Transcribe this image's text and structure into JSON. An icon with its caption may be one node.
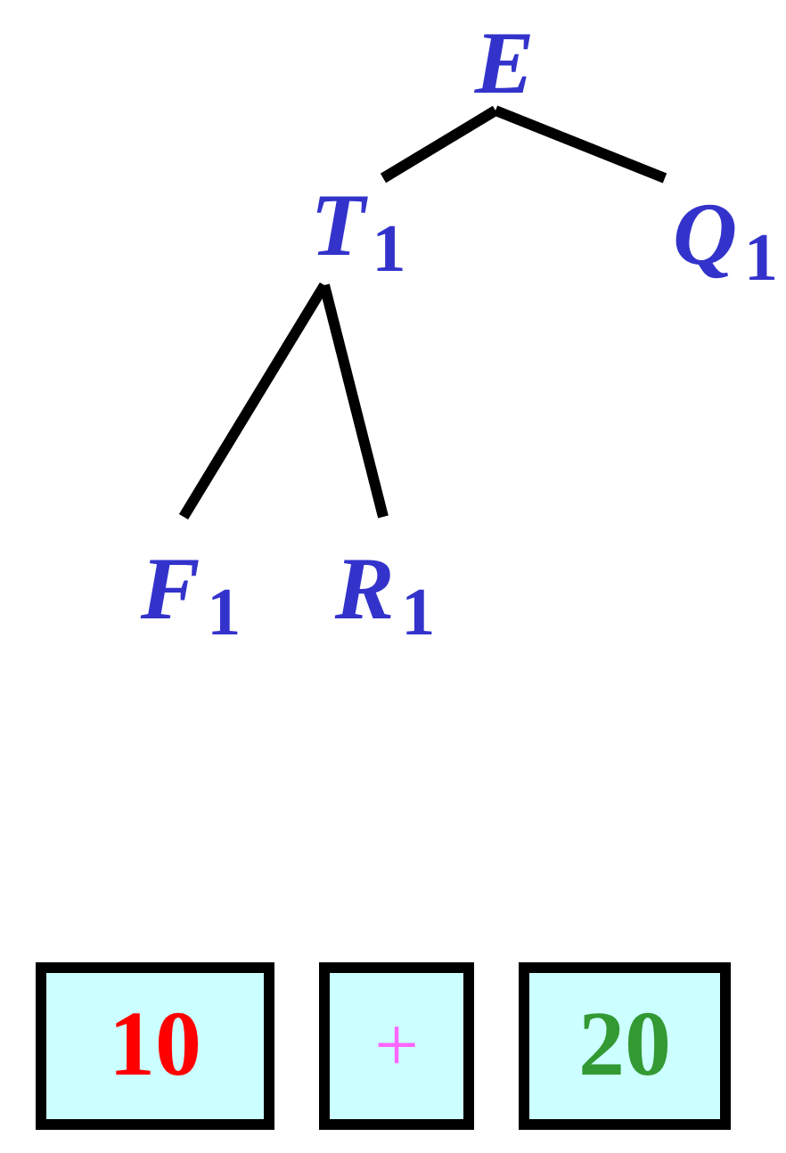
{
  "diagram": {
    "nodes": [
      {
        "text": [
          "*E*"
        ]
      },
      {
        "text": [
          "*T*$_{1}$"
        ]
      },
      {
        "text": [
          "*Q*$_{1}$"
        ]
      },
      {
        "text": [
          "*F*$_{1}$"
        ]
      },
      {
        "text": [
          "*R*$_{1}$"
        ]
      },
      {
        "text": [
          "10"
        ]
      },
      {
        "text": [
          "+"
        ]
      },
      {
        "text": [
          "20"
        ]
      }
    ],
    "edges": [
      {
        "from": 0,
        "to": 1,
        "arrow": "none"
      },
      {
        "from": 0,
        "to": 2,
        "arrow": "none"
      },
      {
        "from": 1,
        "to": 3,
        "arrow": "none"
      },
      {
        "from": 1,
        "to": 4,
        "arrow": "none"
      }
    ]
  }
}
